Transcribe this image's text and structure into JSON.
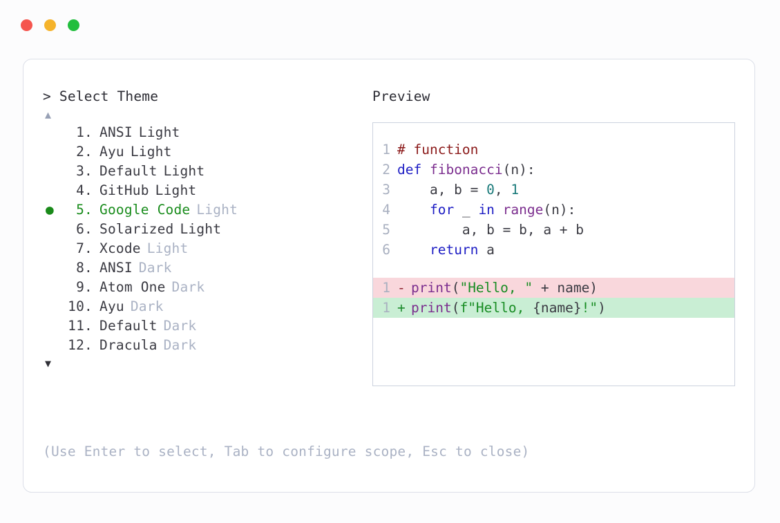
{
  "window": {
    "traffic_lights": [
      {
        "name": "close",
        "color": "#f5554e"
      },
      {
        "name": "minimize",
        "color": "#f5b32b"
      },
      {
        "name": "maximize",
        "color": "#22be3d"
      }
    ]
  },
  "selector": {
    "prompt": "> Select Theme",
    "scroll_up_icon": "▲",
    "scroll_down_icon": "▼",
    "selected_index": 5,
    "selected_marker": "●",
    "items": [
      {
        "number": " 1.",
        "name": "ANSI",
        "variant": "Light",
        "variant_muted": false,
        "selected": false
      },
      {
        "number": " 2.",
        "name": "Ayu",
        "variant": "Light",
        "variant_muted": false,
        "selected": false
      },
      {
        "number": " 3.",
        "name": "Default",
        "variant": "Light",
        "variant_muted": false,
        "selected": false
      },
      {
        "number": " 4.",
        "name": "GitHub",
        "variant": "Light",
        "variant_muted": false,
        "selected": false
      },
      {
        "number": " 5.",
        "name": "Google Code",
        "variant": "Light",
        "variant_muted": true,
        "selected": true
      },
      {
        "number": " 6.",
        "name": "Solarized",
        "variant": "Light",
        "variant_muted": false,
        "selected": false
      },
      {
        "number": " 7.",
        "name": "Xcode",
        "variant": "Light",
        "variant_muted": true,
        "selected": false
      },
      {
        "number": " 8.",
        "name": "ANSI",
        "variant": "Dark",
        "variant_muted": true,
        "selected": false
      },
      {
        "number": " 9.",
        "name": "Atom One",
        "variant": "Dark",
        "variant_muted": true,
        "selected": false
      },
      {
        "number": "10.",
        "name": "Ayu",
        "variant": "Dark",
        "variant_muted": true,
        "selected": false
      },
      {
        "number": "11.",
        "name": "Default",
        "variant": "Dark",
        "variant_muted": true,
        "selected": false
      },
      {
        "number": "12.",
        "name": "Dracula",
        "variant": "Dark",
        "variant_muted": true,
        "selected": false
      }
    ]
  },
  "preview": {
    "label": "Preview",
    "code_lines": [
      {
        "ln": "1",
        "tokens": [
          {
            "text": "# function",
            "type": "comment"
          }
        ]
      },
      {
        "ln": "2",
        "tokens": [
          {
            "text": "def ",
            "type": "keyword"
          },
          {
            "text": "fibonacci",
            "type": "func"
          },
          {
            "text": "(n):",
            "type": "punct"
          }
        ]
      },
      {
        "ln": "3",
        "tokens": [
          {
            "text": "    a, b = ",
            "type": "plain"
          },
          {
            "text": "0",
            "type": "number"
          },
          {
            "text": ", ",
            "type": "plain"
          },
          {
            "text": "1",
            "type": "number"
          }
        ]
      },
      {
        "ln": "4",
        "tokens": [
          {
            "text": "    ",
            "type": "plain"
          },
          {
            "text": "for",
            "type": "keyword"
          },
          {
            "text": " _ ",
            "type": "plain"
          },
          {
            "text": "in",
            "type": "keyword"
          },
          {
            "text": " ",
            "type": "plain"
          },
          {
            "text": "range",
            "type": "builtin"
          },
          {
            "text": "(n):",
            "type": "punct"
          }
        ]
      },
      {
        "ln": "5",
        "tokens": [
          {
            "text": "        a, b = b, a + b",
            "type": "plain"
          }
        ]
      },
      {
        "ln": "6",
        "tokens": [
          {
            "text": "    ",
            "type": "plain"
          },
          {
            "text": "return",
            "type": "keyword"
          },
          {
            "text": " a",
            "type": "plain"
          }
        ]
      }
    ],
    "diff_lines": [
      {
        "ln": "1",
        "kind": "removed",
        "mark": "-",
        "bg": "#f9d7dc",
        "tokens": [
          {
            "text": "print",
            "type": "builtin"
          },
          {
            "text": "(",
            "type": "punct"
          },
          {
            "text": "\"Hello, \"",
            "type": "string"
          },
          {
            "text": " + name)",
            "type": "plain"
          }
        ]
      },
      {
        "ln": "1",
        "kind": "added",
        "mark": "+",
        "bg": "#c9eed4",
        "tokens": [
          {
            "text": "print",
            "type": "builtin"
          },
          {
            "text": "(",
            "type": "punct"
          },
          {
            "text": "f\"Hello, ",
            "type": "string"
          },
          {
            "text": "{name}",
            "type": "plain"
          },
          {
            "text": "!\"",
            "type": "string"
          },
          {
            "text": ")",
            "type": "punct"
          }
        ]
      }
    ]
  },
  "footer": {
    "hint": "(Use Enter to select, Tab to configure scope, Esc to close)"
  }
}
